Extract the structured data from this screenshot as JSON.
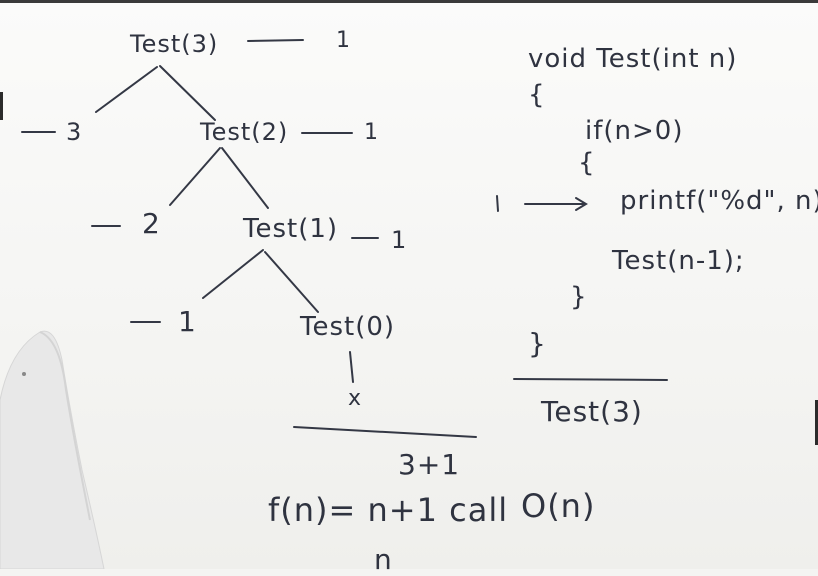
{
  "board": {
    "tree": {
      "root": "Test(3)",
      "root_count": "1",
      "node2": "Test(2)",
      "node2_count": "1",
      "node1": "Test(1)",
      "node1_count": "1",
      "node0": "Test(0)",
      "print3": "3",
      "print2": "2",
      "print1": "1",
      "base": "x",
      "total": "3+1"
    },
    "code": {
      "signature": "void Test(int n)",
      "open_brace": "{",
      "if_line": "if(n>0)",
      "if_open": "{",
      "print_count": "1",
      "print_line": "printf(\"%d\", n);",
      "recurse_line": "Test(n-1);",
      "if_close": "}",
      "close_brace": "}",
      "call": "Test(3)"
    },
    "analysis": {
      "formula": "f(n)= n+1 call",
      "complexity": "O(n)",
      "n_label": "n"
    }
  },
  "colors": {
    "board": "#f5f5f3",
    "marker": "#2f3340",
    "shirt": "#e9e9e9"
  }
}
